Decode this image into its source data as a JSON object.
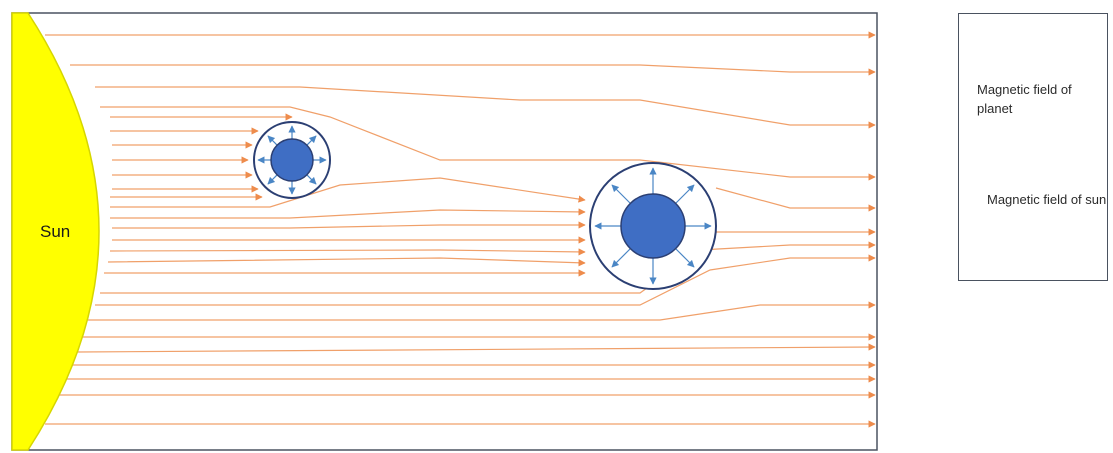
{
  "sun": {
    "label": "Sun",
    "color": "#ffff00",
    "stroke": "#d6d600"
  },
  "legend": {
    "planet_field_label": "Magnetic field of planet",
    "sun_field_label": "Magnetic field of sun",
    "planet_field_color": "#4a86c5",
    "sun_field_color": "#f0a06a"
  },
  "colors": {
    "planet_fill": "#3f6ec4",
    "planet_outline": "#2b3f73",
    "frame": "#4a5260"
  }
}
